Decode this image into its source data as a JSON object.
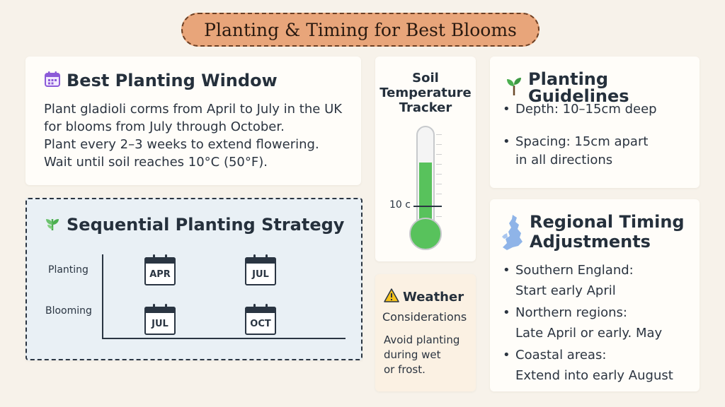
{
  "header": {
    "title": "Planting & Timing for Best Blooms"
  },
  "window_card": {
    "title": "Best Planting Window",
    "icon": "calendar-icon",
    "lines": [
      "Plant gladioli corms from April to July in the UK",
      "for blooms from July through October.",
      "Plant every 2–3 weeks to extend flowering.",
      "Wait until soil reaches 10°C (50°F)."
    ]
  },
  "sequential_card": {
    "title": "Sequential Planting Strategy",
    "icon": "sprout-icon",
    "row_labels": [
      "Planting",
      "Blooming"
    ],
    "planting_months": [
      "APR",
      "JUL"
    ],
    "blooming_months": [
      "JUL",
      "OCT"
    ]
  },
  "soil_card": {
    "title_lines": [
      "Soil",
      "Temperature",
      "Tracker"
    ],
    "mark_label": "10 c",
    "fill_color": "#58c25c"
  },
  "weather_card": {
    "title": "Weather",
    "subtitle": "Considerations",
    "icon": "warning-icon",
    "body_lines": [
      "Avoid planting",
      "during wet",
      "or frost."
    ]
  },
  "guidelines_card": {
    "title": "Planting Guidelines",
    "icon": "seedling-icon",
    "items": [
      {
        "lines": [
          "Depth: 10–15cm deep"
        ]
      },
      {
        "lines": [
          "Spacing: 15cm apart",
          "in all directions"
        ]
      }
    ]
  },
  "regional_card": {
    "title_lines": [
      "Regional Timing",
      "Adjustments"
    ],
    "icon": "uk-map-icon",
    "items": [
      {
        "lines": [
          "Southern England:",
          "Start early April"
        ]
      },
      {
        "lines": [
          "Northern regions:",
          "Late April or early. May"
        ]
      },
      {
        "lines": [
          "Coastal areas:",
          "Extend into early August"
        ]
      }
    ]
  }
}
